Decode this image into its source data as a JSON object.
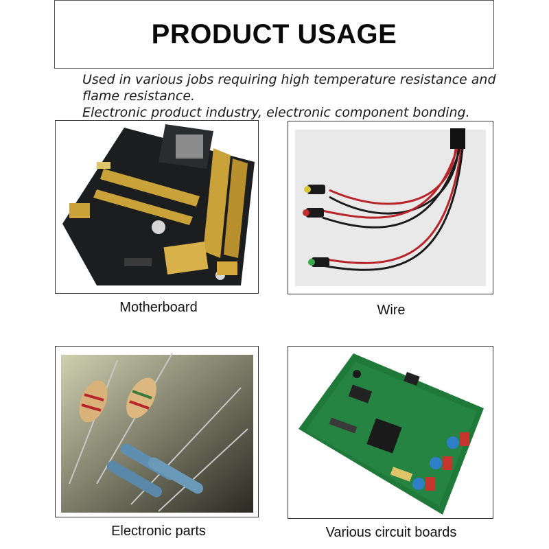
{
  "title": "PRODUCT USAGE",
  "description": {
    "line1": "Used in various jobs requiring high temperature resistance and",
    "line2": "flame resistance.",
    "line3": "Electronic product industry, electronic component bonding."
  },
  "items": [
    {
      "caption": "Motherboard",
      "icon": "motherboard-photo"
    },
    {
      "caption": "Wire",
      "icon": "wire-harness-photo"
    },
    {
      "caption": "Electronic parts",
      "icon": "resistors-photo"
    },
    {
      "caption": "Various circuit boards",
      "icon": "circuit-board-photo"
    }
  ],
  "colors": {
    "text": "#111111",
    "border": "#333333",
    "pcb_black": "#1c1d1f",
    "pcb_green": "#1f7a3a",
    "gold": "#c9a23a",
    "wire_red": "#b8242a",
    "wire_black": "#1a1a1a",
    "resistor_tan": "#d9b27a",
    "resistor_blue": "#5f8fb0"
  }
}
